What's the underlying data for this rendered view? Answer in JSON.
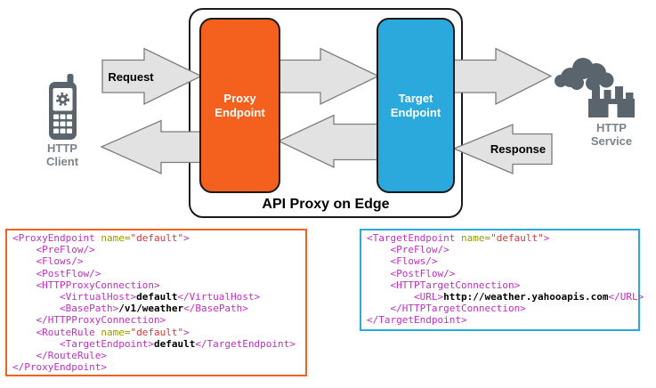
{
  "diagram": {
    "container_label": "API Proxy on Edge",
    "request_label": "Request",
    "response_label": "Response",
    "proxy_endpoint_label": "Proxy\nEndpoint",
    "target_endpoint_label": "Target\nEndpoint",
    "client_label": "HTTP\nClient",
    "service_label": "HTTP\nService",
    "icons": [
      "mobile-phone-client-icon",
      "gear-icon",
      "smoke-cloud-icon",
      "factory-icon"
    ]
  },
  "colors": {
    "proxy_orange": "#F4601E",
    "target_blue": "#2BA9DC",
    "arrow_fill": "#E2E2E2",
    "arrow_stroke": "#7C7C7C",
    "icon_slate": "#5A646C",
    "code_tag": "#C12EC1",
    "code_attr_name": "#999900",
    "code_attr_value": "#D1383D"
  },
  "code_boxes": {
    "proxy": {
      "border_color": "#F4601E",
      "lines": [
        [
          [
            "tg",
            "<ProxyEndpoint "
          ],
          [
            "at",
            "name="
          ],
          [
            "av",
            "\"default\""
          ],
          [
            "tg",
            ">"
          ]
        ],
        [
          [
            "tg",
            "    <PreFlow/>"
          ]
        ],
        [
          [
            "tg",
            "    <Flows/>"
          ]
        ],
        [
          [
            "tg",
            "    <PostFlow/>"
          ]
        ],
        [
          [
            "tg",
            "    <HTTPProxyConnection>"
          ]
        ],
        [
          [
            "tg",
            "        <VirtualHost>"
          ],
          [
            "tx",
            "default"
          ],
          [
            "tg",
            "</VirtualHost>"
          ]
        ],
        [
          [
            "tg",
            "        <BasePath>"
          ],
          [
            "tx",
            "/v1/weather"
          ],
          [
            "tg",
            "</BasePath>"
          ]
        ],
        [
          [
            "tg",
            "    </HTTPProxyConnection>"
          ]
        ],
        [
          [
            "tg",
            "    <RouteRule "
          ],
          [
            "at",
            "name="
          ],
          [
            "av",
            "\"default\""
          ],
          [
            "tg",
            ">"
          ]
        ],
        [
          [
            "tg",
            "        <TargetEndpoint>"
          ],
          [
            "tx",
            "default"
          ],
          [
            "tg",
            "</TargetEndpoint>"
          ]
        ],
        [
          [
            "tg",
            "    </RouteRule>"
          ]
        ],
        [
          [
            "tg",
            "</ProxyEndpoint>"
          ]
        ]
      ]
    },
    "target": {
      "border_color": "#2BA9DC",
      "lines": [
        [
          [
            "tg",
            "<TargetEndpoint "
          ],
          [
            "at",
            "name="
          ],
          [
            "av",
            "\"default\""
          ],
          [
            "tg",
            ">"
          ]
        ],
        [
          [
            "tg",
            "    <PreFlow/>"
          ]
        ],
        [
          [
            "tg",
            "    <Flows/>"
          ]
        ],
        [
          [
            "tg",
            "    <PostFlow/>"
          ]
        ],
        [
          [
            "tg",
            "    <HTTPTargetConnection>"
          ]
        ],
        [
          [
            "tg",
            "        <URL>"
          ],
          [
            "tx",
            "http://weather.yahooapis.com"
          ],
          [
            "tg",
            "</URL>"
          ]
        ],
        [
          [
            "tg",
            "    </HTTPTargetConnection>"
          ]
        ],
        [
          [
            "tg",
            "</TargetEndpoint>"
          ]
        ]
      ]
    }
  }
}
